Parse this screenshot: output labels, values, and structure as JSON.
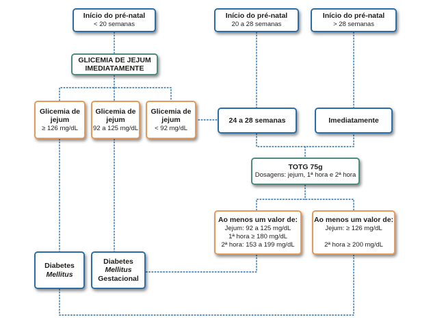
{
  "colors": {
    "blue_border": "#2a6ea8",
    "green_border": "#4e8b7f",
    "orange_border": "#e59a5a",
    "connector": "#2a6ea8"
  },
  "nodes": {
    "start_lt20": {
      "title": "Início do pré-natal",
      "sub": "< 20 semanas"
    },
    "start_20_28": {
      "title": "Início do pré-natal",
      "sub": "20 a 28 semanas"
    },
    "start_gt28": {
      "title": "Início do pré-natal",
      "sub": "> 28 semanas"
    },
    "fasting_now": {
      "line1": "GLICEMIA DE JEJUM",
      "line2": "IMEDIATAMENTE"
    },
    "fasting_high": {
      "line1": "Glicemia de",
      "line2": "jejum",
      "line3": "≥ 126 mg/dL"
    },
    "fasting_mid": {
      "line1": "Glicemia de",
      "line2": "jejum",
      "line3": "92 a 125 mg/dL"
    },
    "fasting_low": {
      "line1": "Glicemia de",
      "line2": "jejum",
      "line3": "< 92 mg/dL"
    },
    "weeks_24_28": {
      "label": "24 a 28 semanas"
    },
    "immediately": {
      "label": "Imediatamente"
    },
    "totg": {
      "title": "TOTG 75g",
      "sub": "Dosagens: jejum, 1ª hora e 2ª hora"
    },
    "gest_criteria": {
      "title": "Ao menos um valor de:",
      "line1": "Jejum: 92 a 125 mg/dL",
      "line2": "1ª hora ≥ 180 mg/dL",
      "line3": "2ª hora: 153 a 199 mg/dL"
    },
    "dm_criteria": {
      "title": "Ao menos um valor de:",
      "line1": "Jejum: ≥ 126 mg/dL",
      "line2": "2ª hora ≥ 200 mg/dL"
    },
    "dm": {
      "line1": "Diabetes",
      "line2": "Mellitus"
    },
    "dmg": {
      "line1": "Diabetes",
      "line2": "Mellitus",
      "line3": "Gestacional"
    }
  }
}
